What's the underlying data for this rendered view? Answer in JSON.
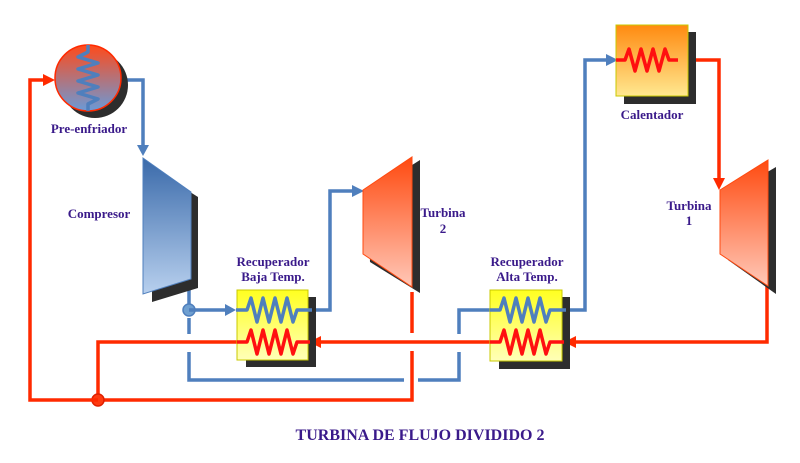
{
  "diagram": {
    "title": "TURBINA DE FLUJO DIVIDIDO 2",
    "components": {
      "precooler": {
        "label": "Pre-enfriador"
      },
      "compressor": {
        "label": "Compresor"
      },
      "recuperator_low": {
        "label_line1": "Recuperador",
        "label_line2": "Baja Temp."
      },
      "turbine2": {
        "label_line1": "Turbina",
        "label_line2": "2"
      },
      "recuperator_high": {
        "label_line1": "Recuperador",
        "label_line2": "Alta Temp."
      },
      "heater": {
        "label": "Calentador"
      },
      "turbine1": {
        "label_line1": "Turbina",
        "label_line2": "1"
      }
    },
    "colors": {
      "cold_stream": "#4f7fbd",
      "hot_stream": "#ff2a00",
      "label_text": "#3a1a8a",
      "exchanger_fill": "#ffff66",
      "shadow": "#2d2d2d"
    }
  }
}
